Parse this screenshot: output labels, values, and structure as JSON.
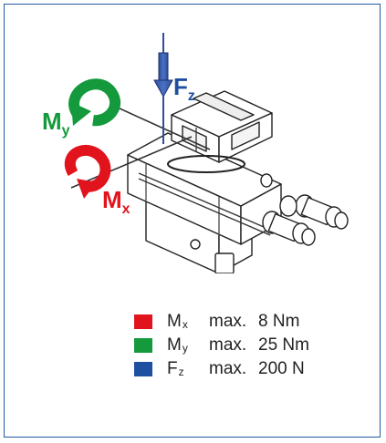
{
  "diagram": {
    "labels": {
      "fz": {
        "letter": "F",
        "sub": "z"
      },
      "my": {
        "letter": "M",
        "sub": "y"
      },
      "mx": {
        "letter": "M",
        "sub": "x"
      }
    }
  },
  "legend": {
    "items": [
      {
        "color": "#e1141e",
        "symbol": "M",
        "sub": "x",
        "word": "max.",
        "value": "8 Nm"
      },
      {
        "color": "#149a3c",
        "symbol": "M",
        "sub": "y",
        "word": "max.",
        "value": "25 Nm"
      },
      {
        "color": "#1f4fa0",
        "symbol": "F",
        "sub": "z",
        "word": "max.",
        "value": "200 N"
      }
    ]
  },
  "colors": {
    "frame": "#1f5aa6",
    "red": "#e1141e",
    "green": "#149a3c",
    "blue": "#1f4fa0"
  }
}
